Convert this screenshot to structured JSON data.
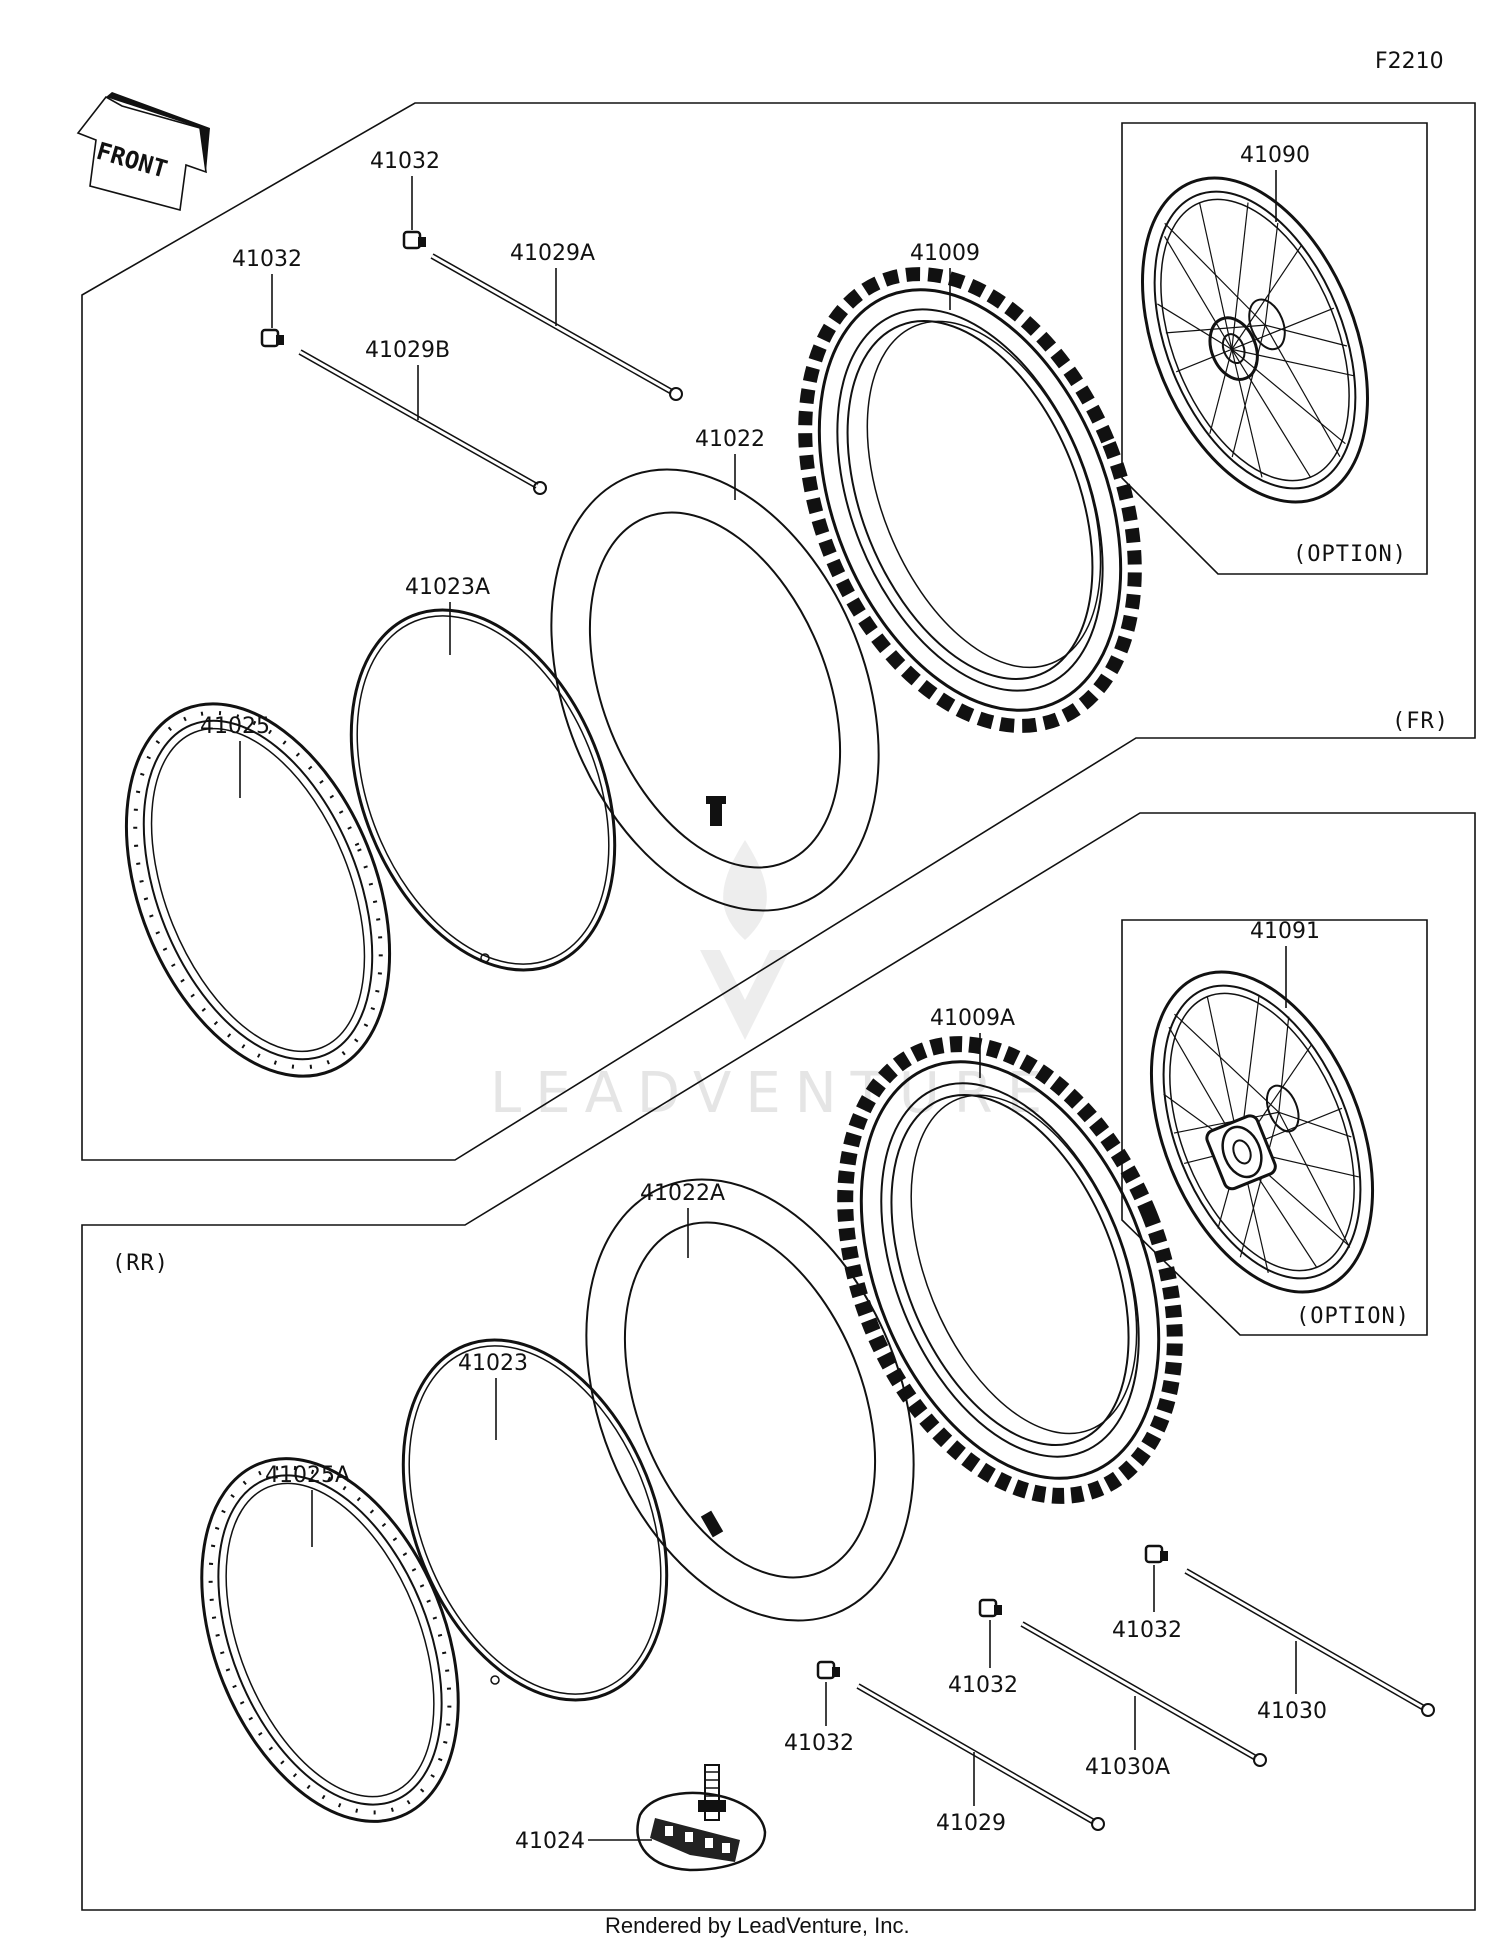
{
  "diagram_code": "F2210",
  "front_label": "FRONT",
  "section_front": "(FR)",
  "section_rear": "(RR)",
  "option_label": "(OPTION)",
  "option_label_2": "(OPTION)",
  "watermark": "LEADVENTURE",
  "footer": "Rendered by LeadVenture, Inc.",
  "colors": {
    "line": "#111111",
    "watermark": "#e3e3e3",
    "background": "#ffffff"
  },
  "parts": {
    "p41090": "41090",
    "p41091": "41091",
    "p41009": "41009",
    "p41009A": "41009A",
    "p41022": "41022",
    "p41022A": "41022A",
    "p41023A": "41023A",
    "p41023": "41023",
    "p41025": "41025",
    "p41025A": "41025A",
    "p41029A": "41029A",
    "p41029B": "41029B",
    "p41029": "41029",
    "p41030": "41030",
    "p41030A": "41030A",
    "p41024": "41024",
    "p41032_fr_a": "41032",
    "p41032_fr_b": "41032",
    "p41032_rr_a": "41032",
    "p41032_rr_b": "41032",
    "p41032_rr_c": "41032"
  }
}
